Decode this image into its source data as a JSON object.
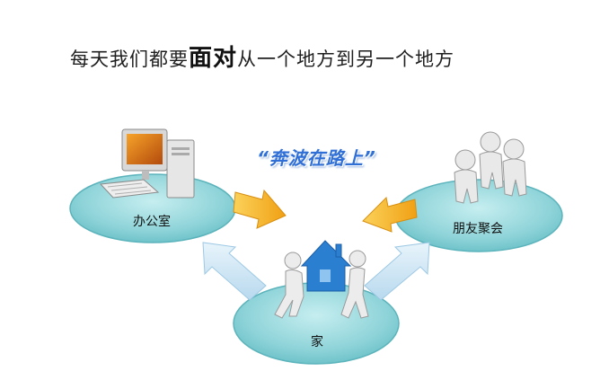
{
  "title": {
    "prefix": "每天我们都要",
    "emphasis": "面对",
    "suffix": "从一个地方到另一个地方"
  },
  "slogan": "“奔波在路上”",
  "nodes": {
    "office": {
      "label": "办公室"
    },
    "friends": {
      "label": "朋友聚会"
    },
    "home": {
      "label": "家"
    }
  },
  "colors": {
    "ellipse_fill": "#8fd4d9",
    "ellipse_edge": "#5bb3bb",
    "arrow_orange": "#f5b21f",
    "arrow_blue": "#cfe7f5",
    "slogan_blue": "#2f6fd6",
    "house_blue": "#2b7fd0"
  }
}
